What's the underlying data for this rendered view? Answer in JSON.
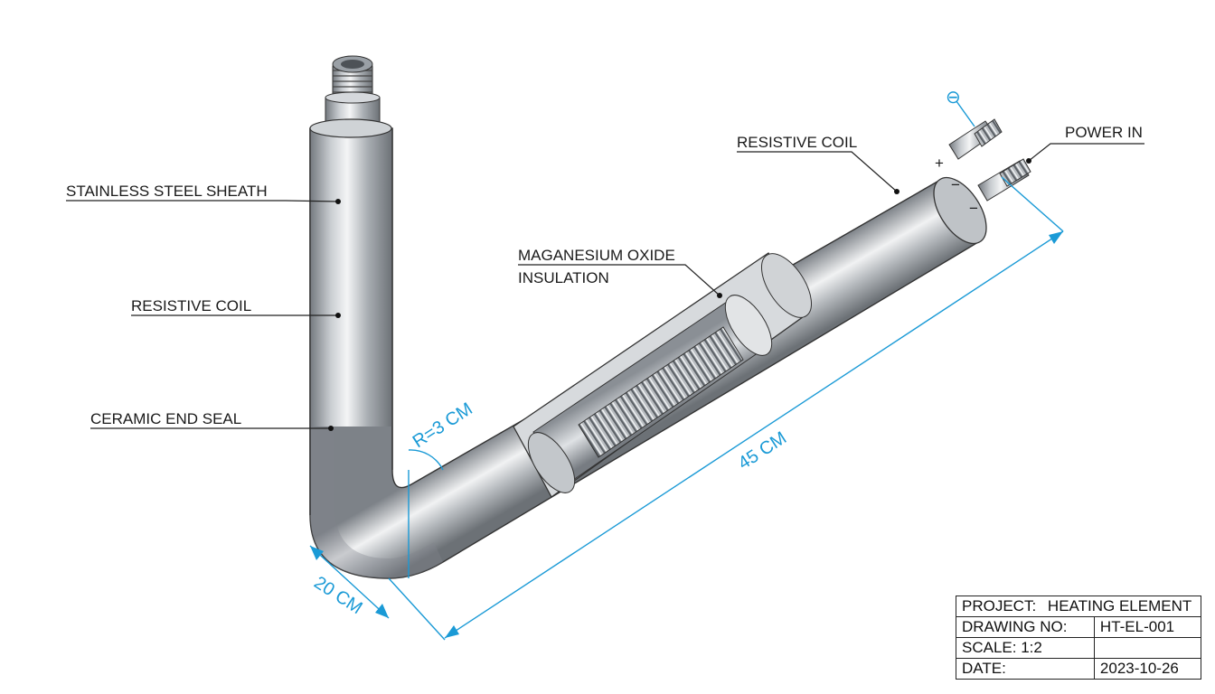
{
  "labels": {
    "stainless_steel_sheath": "STAINLESS STEEL SHEATH",
    "resistive_coil_left": "RESISTIVE COIL",
    "ceramic_end_seal": "CERAMIC END SEAL",
    "magnesium_oxide_line1": "MAGANESIUM OXIDE",
    "magnesium_oxide_line2": "INSULATION",
    "resistive_coil_right": "RESISTIVE COIL",
    "power_in": "POWER IN"
  },
  "symbols": {
    "plus": "+",
    "minus_upper": "−",
    "minus_lower": "−",
    "ground": "⊖"
  },
  "dimensions": {
    "bend_radius": "R=3 CM",
    "length": "45 CM",
    "width": "20 CM"
  },
  "title_block": {
    "project_label": "PROJECT:",
    "project_value": "HEATING ELEMENT",
    "drawing_no_label": "DRAWING NO:",
    "drawing_no_value": "HT-EL-001",
    "scale_label": "SCALE: 1:2",
    "scale_value": "",
    "date_label": "DATE:",
    "date_value": "2023-10-26"
  },
  "colors": {
    "dimension": "#1a9ad6",
    "metal_dark": "#7d8288",
    "metal_light": "#eef0f2"
  }
}
